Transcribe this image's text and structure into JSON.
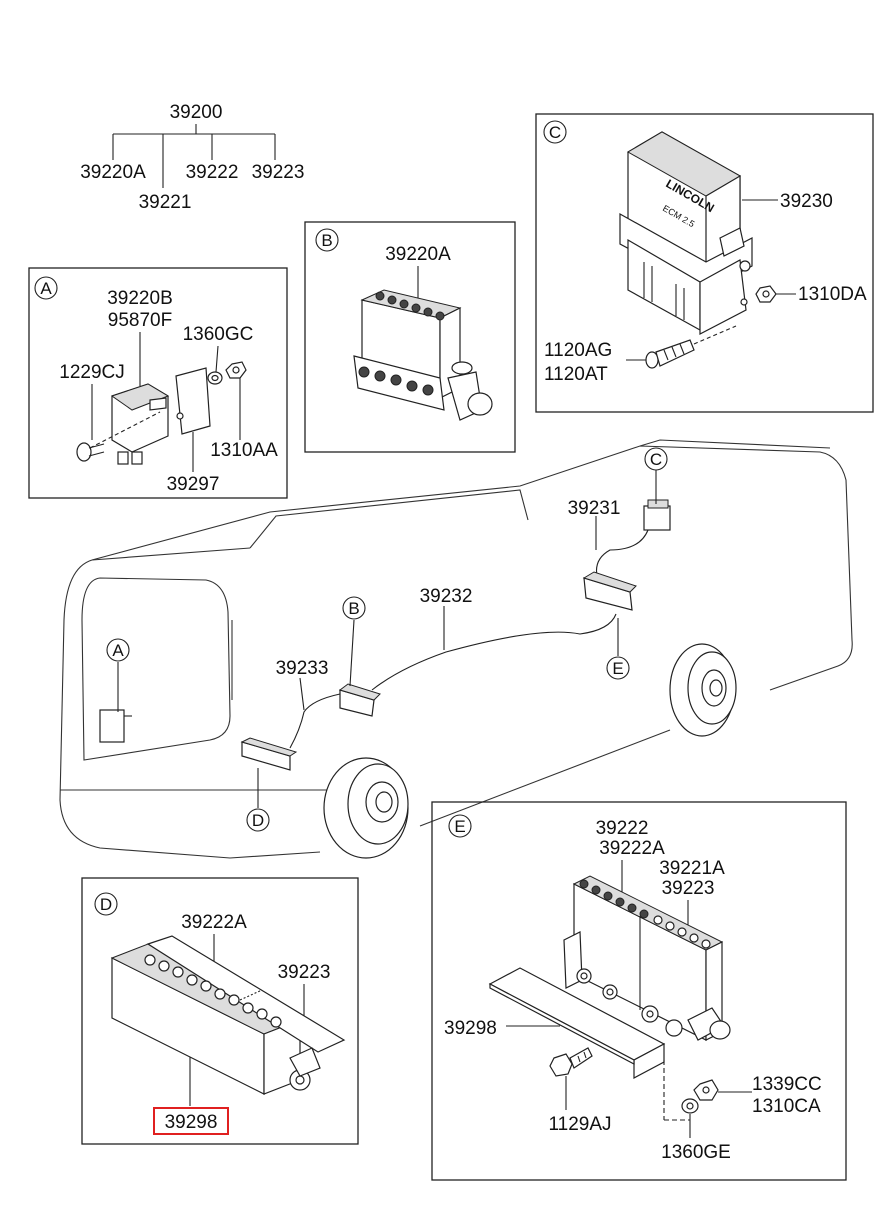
{
  "top_tree": {
    "root": "39200",
    "children": [
      "39220A",
      "39222",
      "39223",
      "39221"
    ]
  },
  "callouts": {
    "a": "A",
    "b": "B",
    "c": "C",
    "d": "D",
    "e": "E"
  },
  "box_a": {
    "parts": [
      "39220B",
      "95870F",
      "1360GC",
      "1229CJ",
      "1310AA",
      "39297"
    ]
  },
  "box_b": {
    "parts": [
      "39220A"
    ]
  },
  "box_c": {
    "parts": [
      "39230",
      "1310DA",
      "1120AG",
      "1120AT"
    ],
    "brand_text": "LINCOLN",
    "brand_sub": "ECM 2.5"
  },
  "vehicle": {
    "parts": [
      "39231",
      "39232",
      "39233"
    ]
  },
  "box_d": {
    "parts": [
      "39222A",
      "39223",
      "39298"
    ],
    "highlighted": "39298"
  },
  "box_e": {
    "parts": [
      "39222",
      "39222A",
      "39221A",
      "39223",
      "39298",
      "1339CC",
      "1310CA",
      "1129AJ",
      "1360GE"
    ]
  },
  "colors": {
    "highlight": "#e02020",
    "line": "#222222"
  }
}
